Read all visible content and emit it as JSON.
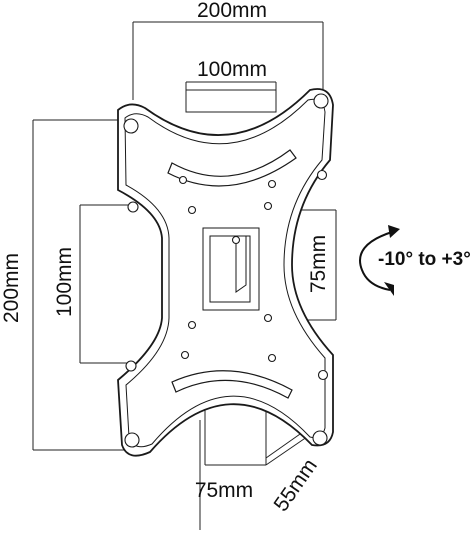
{
  "diagram": {
    "dimensions": {
      "top_width": "200mm",
      "inner_width": "100mm",
      "left_height": "200mm",
      "inner_height": "100mm",
      "right_height": "75mm",
      "bottom_width": "75mm",
      "depth": "55mm"
    },
    "tilt_label": "-10° to +3°"
  }
}
